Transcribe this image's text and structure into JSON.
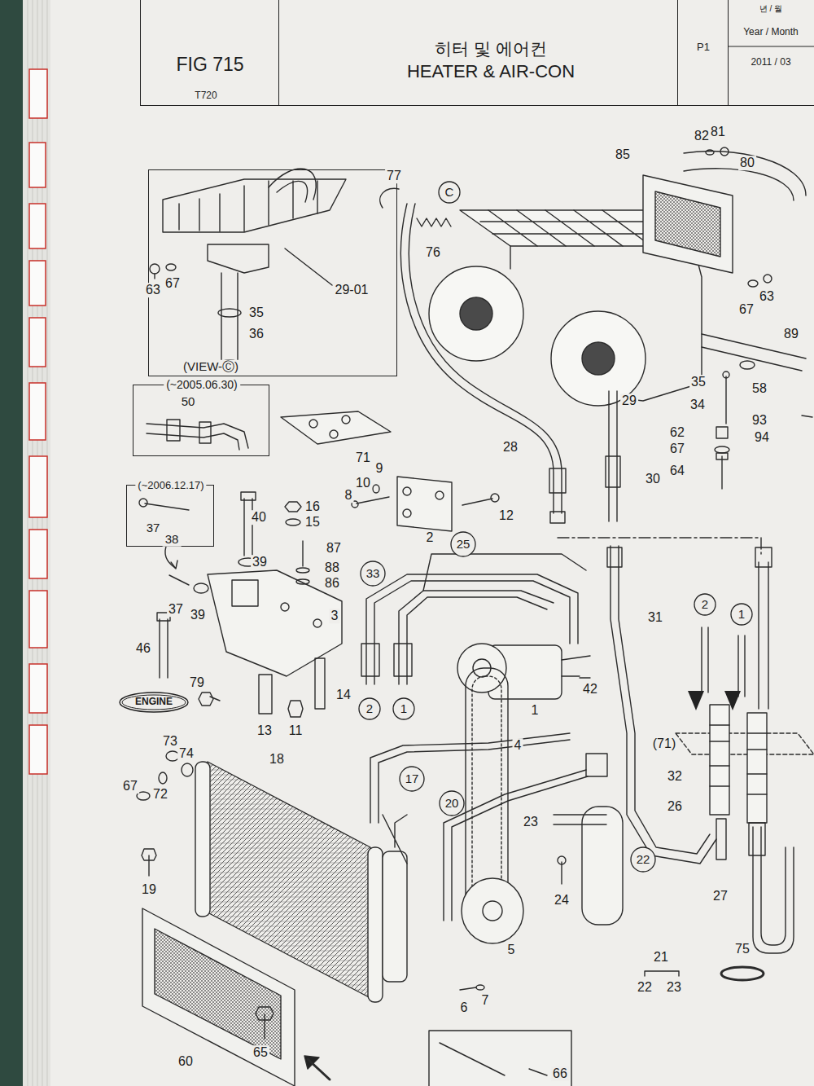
{
  "diagram": {
    "nodes": [
      {
        "text": [
          "FIG 715",
          "T720"
        ]
      },
      {
        "text": [
          "히터 및 에어컨",
          "HEATER & AIR-CON"
        ]
      },
      {
        "text": [
          "P1"
        ]
      },
      {
        "text": [
          "년 / 월",
          "Year / Month",
          "2011 / 03"
        ]
      },
      {
        "text": [
          "(VIEW-Ⓒ)"
        ]
      },
      {
        "text": [
          "(~2005.06.30)",
          "50"
        ]
      },
      {
        "text": [
          "(~2006.12.17)",
          "37",
          "38"
        ]
      },
      {
        "text": [
          "ENGINE"
        ]
      },
      {
        "text": [
          "C"
        ]
      },
      {
        "text": [
          "33"
        ]
      },
      {
        "text": [
          "25"
        ]
      },
      {
        "text": [
          "2"
        ]
      },
      {
        "text": [
          "1"
        ]
      },
      {
        "text": [
          "17"
        ]
      },
      {
        "text": [
          "20"
        ]
      },
      {
        "text": [
          "22"
        ]
      },
      {
        "text": [
          "2"
        ]
      },
      {
        "text": [
          "1"
        ]
      }
    ],
    "labels": [
      "82",
      "81",
      "80",
      "85",
      "77",
      "76",
      "63",
      "67",
      "29-01",
      "35",
      "36",
      "63",
      "67",
      "89",
      "58",
      "35",
      "34",
      "29",
      "93",
      "94",
      "62",
      "67",
      "64",
      "28",
      "30",
      "71",
      "9",
      "10",
      "8",
      "12",
      "2",
      "40",
      "16",
      "15",
      "87",
      "39",
      "88",
      "86",
      "37",
      "39",
      "3",
      "31",
      "46",
      "42",
      "1",
      "14",
      "79",
      "13",
      "11",
      "4",
      "(71)",
      "32",
      "26",
      "73",
      "18",
      "72",
      "74",
      "67",
      "23",
      "19",
      "24",
      "27",
      "5",
      "75",
      "21",
      "22",
      "23",
      "6",
      "7",
      "65",
      "60",
      "66"
    ]
  }
}
